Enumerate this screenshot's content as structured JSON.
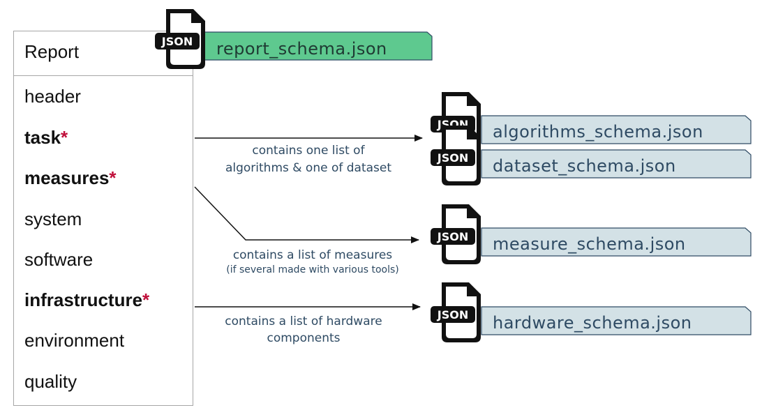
{
  "report": {
    "title": "Report",
    "fields": [
      {
        "label": "header",
        "required": false
      },
      {
        "label": "task",
        "required": true
      },
      {
        "label": "measures",
        "required": true
      },
      {
        "label": "system",
        "required": false
      },
      {
        "label": "software",
        "required": false
      },
      {
        "label": "infrastructure",
        "required": true
      },
      {
        "label": "environment",
        "required": false
      },
      {
        "label": "quality",
        "required": false
      }
    ],
    "required_marker": "*"
  },
  "json_icon_text": "JSON",
  "schemas": {
    "report": "report_schema.json",
    "algorithms": "algorithms_schema.json",
    "dataset": "dataset_schema.json",
    "measure": "measure_schema.json",
    "hardware": "hardware_schema.json"
  },
  "notes": {
    "task_line1": "contains one list of",
    "task_line2": "algorithms & one of dataset",
    "measures_line1": "contains a list of measures",
    "measures_line2": "(if several made with various tools)",
    "infra_line1": "contains a list of hardware",
    "infra_line2": "components"
  },
  "colors": {
    "report_tag": "#5ec98f",
    "schema_tag": "#d3e1e6",
    "tag_border": "#2e4a63",
    "required_star": "#c0103b"
  }
}
